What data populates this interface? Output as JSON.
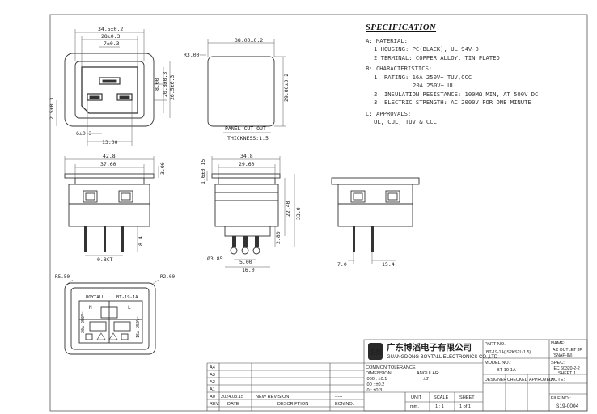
{
  "spec": {
    "title": "SPECIFICATION",
    "sections": [
      {
        "head": "A: MATERIAL:",
        "lines": [
          "1.HOUSING: PC(BLACK), UL 94V-0",
          "2.TERMINAL: COPPER ALLOY, TIN PLATED"
        ]
      },
      {
        "head": "B: CHARACTERISTICS:",
        "lines": [
          "1. RATING: 16A 250V~ TUV,CCC",
          "20A 250V~ UL",
          "2. INSULATION RESISTANCE: 100MΩ MIN, AT 500V DC",
          "3. ELECTRIC STRENGTH: AC 2000V FOR ONE MINUTE"
        ]
      },
      {
        "head": "C: APPROVALS:",
        "lines": [
          "UL, CUL, TUV & CCC"
        ]
      }
    ]
  },
  "dims": {
    "front_top_34": "34.5±0.2",
    "front_top_28": "28±0.3",
    "front_top_7": "7±0.3",
    "front_side_8": "8.00",
    "front_side_20": "20.8±0.3",
    "front_side_26": "26.5±0.3",
    "front_left_25": "2.5±0.3",
    "front_bot_6": "6±0.3",
    "front_bot_13": "13.00",
    "panel_r": "R3.00",
    "panel_w": "38.00±0.2",
    "panel_h": "29.80±0.2",
    "panel_label": "PANEL CUT-OUT",
    "panel_thick": "THICKNESS:1.5",
    "side1_w": "42.8",
    "side1_w2": "37.60",
    "side1_h": "3.00",
    "side1_pin": "8.4",
    "side1_pin_t": "0.8CT",
    "side2_w": "34.8",
    "side2_w2": "29.60",
    "side2_t": "1.6±0.15",
    "side2_h": "22.40",
    "side2_h2": "33.0",
    "side2_pin": "2.80",
    "side2_hole": "Ø3.85",
    "side2_pitch": "5.00",
    "side2_16": "16.0",
    "side3_7": "7.0",
    "side3_15": "15.4",
    "back_r1": "R5.50",
    "back_r2": "R2.00"
  },
  "back_face": {
    "brand": "BOYTALL",
    "model": "BT-19-1A",
    "rating_left": "20A 250V~",
    "rating_right": "16A 250V~",
    "n_mark": "N",
    "l_mark": "L"
  },
  "title_block": {
    "company_cn": "广东博滔电子有限公司",
    "company_en": "GUANGDONG BOYTALL ELECTRONICS CO.,LTD",
    "part_no_label": "PART NO.:",
    "part_no": "BT-19-1A(-S2KS2L(1.5)",
    "name_label": "NAME:",
    "name": "AC OUTLET 3P",
    "name2": "(SNAP-IN)",
    "model_label": "MODEL NO.:",
    "model": "BT-19-1A",
    "spec_label": "SPEC:",
    "spec": "IEC 60320-2-2",
    "spec2": "SHEET J",
    "designer": "DESIGNER",
    "checked": "CHECKED",
    "approved": "APPROVED",
    "note": "NOTE:",
    "tol_title": "COMMON TOLERANCE",
    "tol_dim": "DIMENSION:",
    "tol_ang": "ANGULAR:",
    "tol_ang_v": "±3'",
    "tol_1": ".000 : ±0.1",
    "tol_2": ".00 : ±0.2",
    "tol_3": ".0 : ±0.3",
    "unit_label": "UNIT",
    "unit": "mm.",
    "scale_label": "SCALE",
    "scale": "1 : 1",
    "sheet_label": "SHEET",
    "sheet": "1 of 1",
    "file_label": "FILE NO.:",
    "file": "S19-0004",
    "rev_rows": [
      "A4",
      "A3",
      "A2",
      "A1"
    ],
    "a0_rev": "A0",
    "a0_date": "2024.03.15",
    "a0_desc": "NEW REVISION",
    "a0_ecn": "-----",
    "rev_h": "REV.",
    "date_h": "DATE",
    "desc_h": "DESCRIPTION",
    "ecn_h": "ECN NO."
  }
}
